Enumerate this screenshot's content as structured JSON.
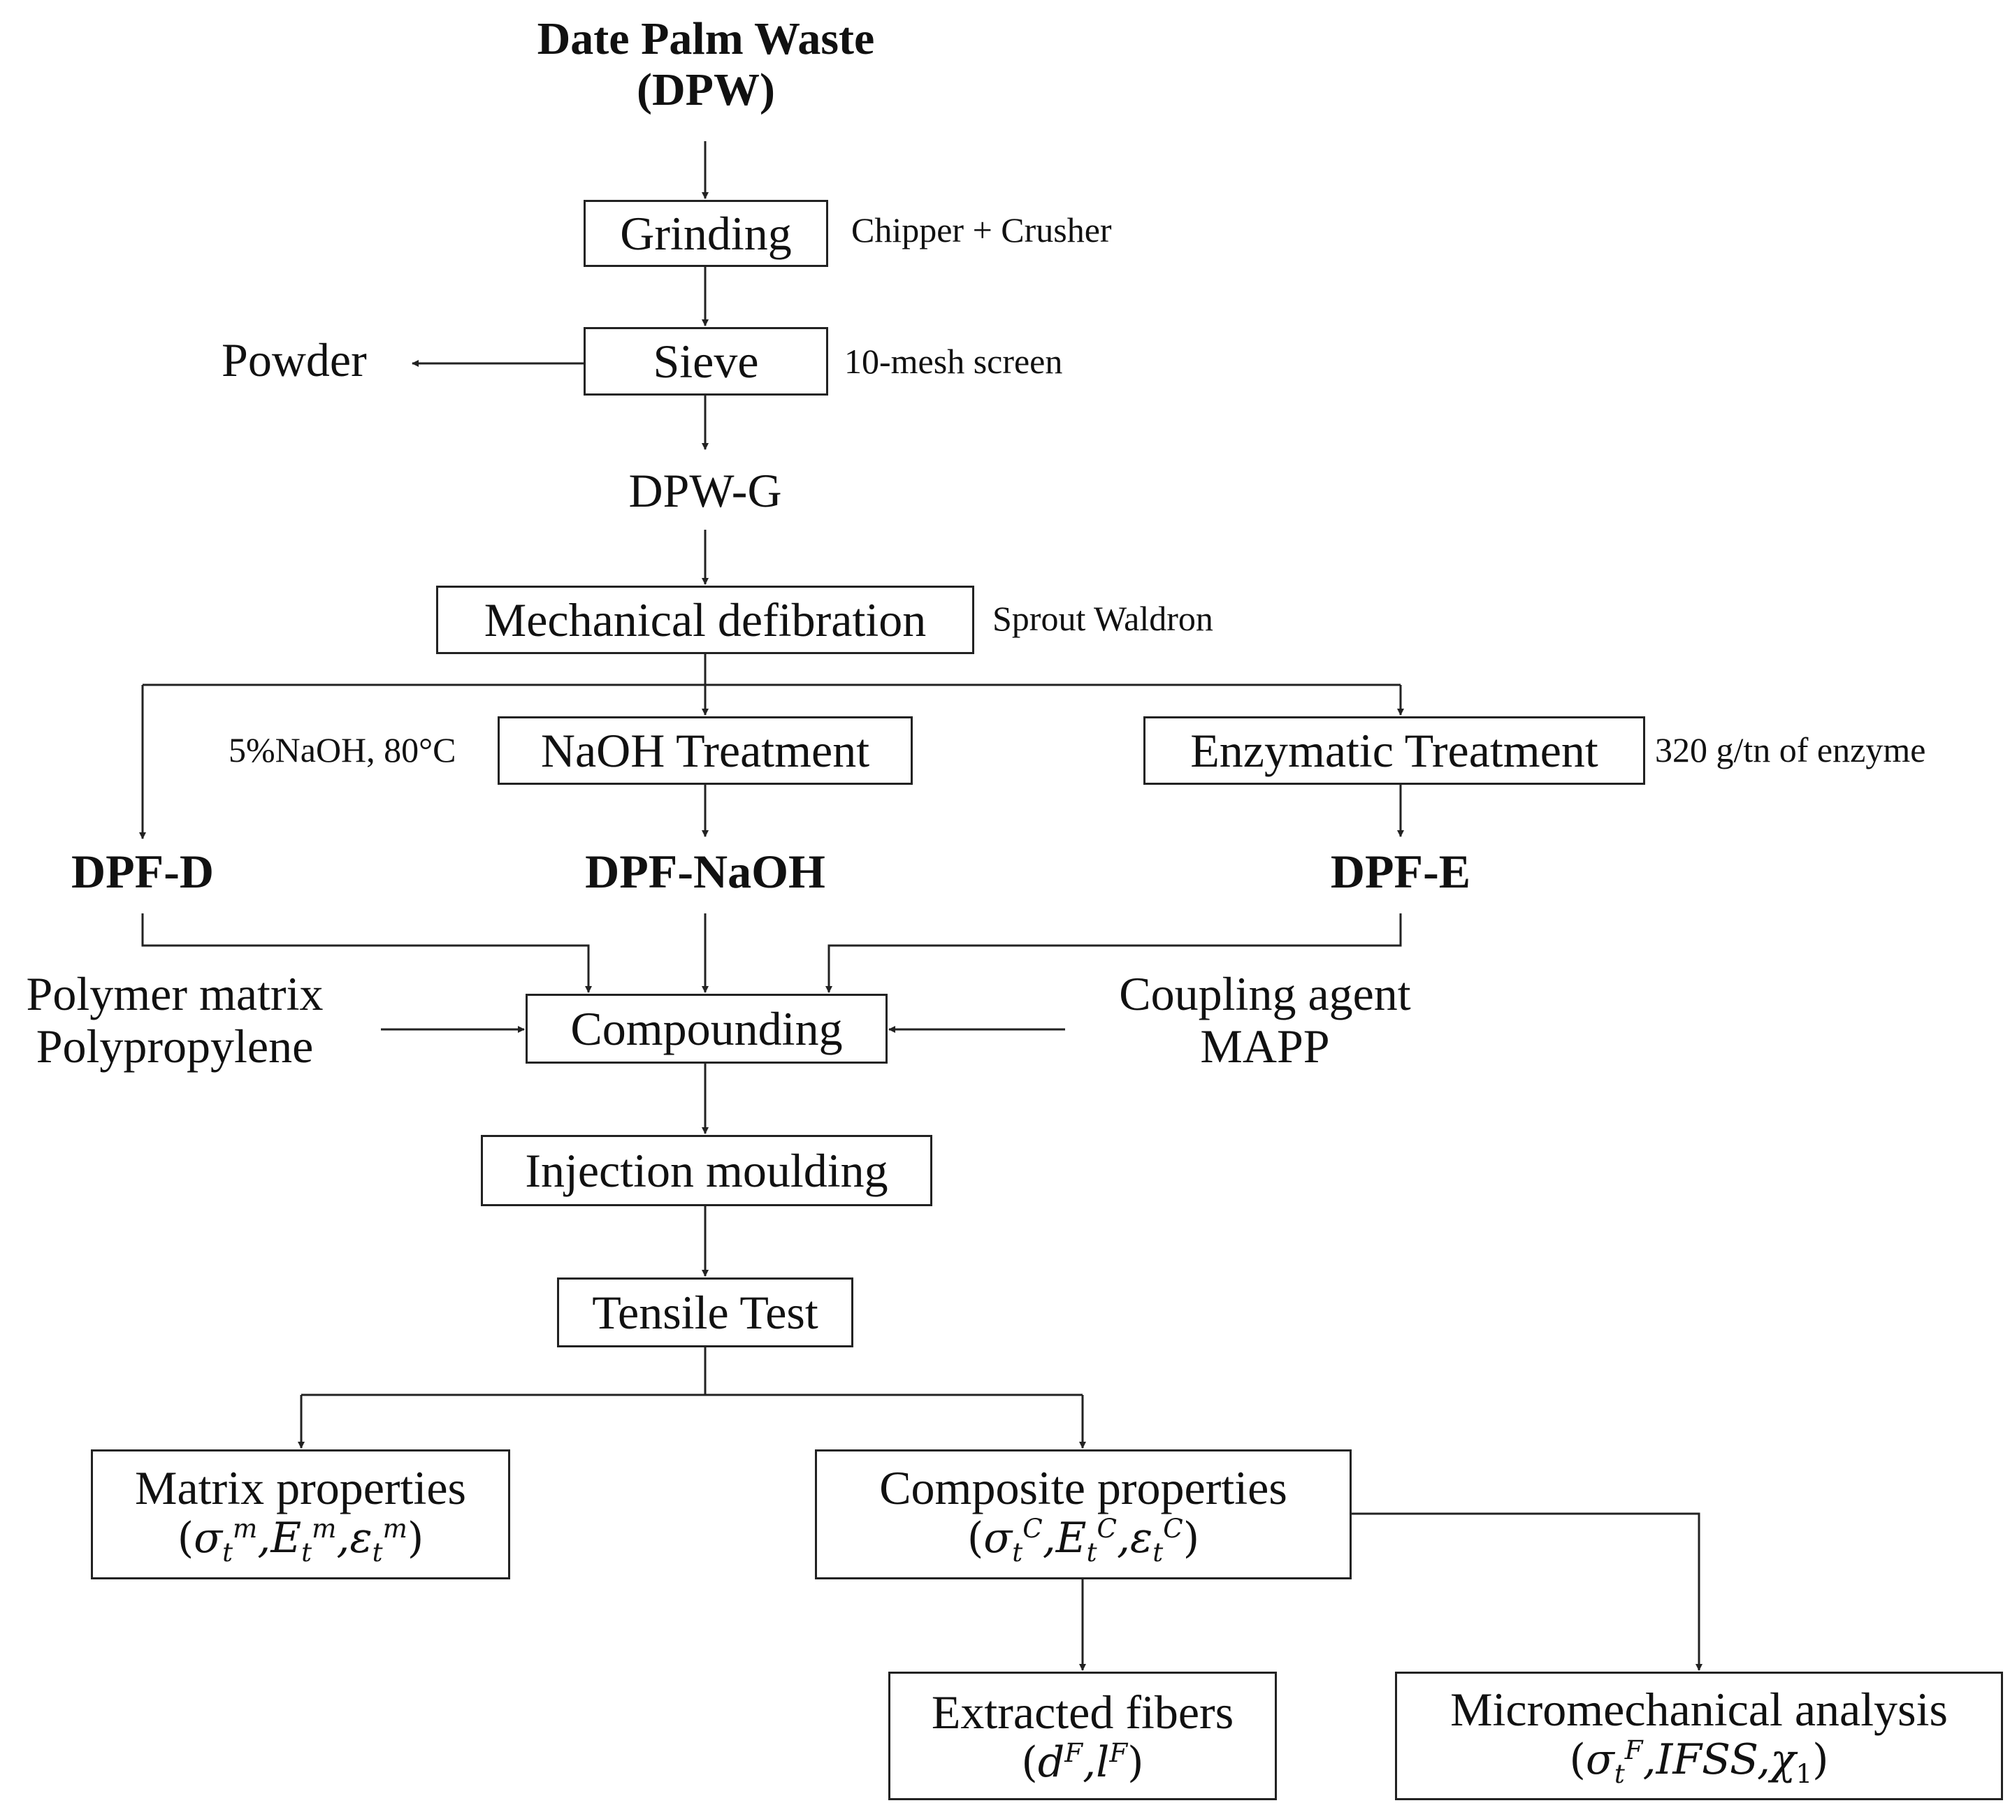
{
  "title_line1": "Date Palm Waste",
  "title_line2": "(DPW)",
  "grinding": "Grinding",
  "grinding_note": "Chipper + Crusher",
  "sieve": "Sieve",
  "sieve_note": "10-mesh screen",
  "powder": "Powder",
  "dpw_g": "DPW-G",
  "mech_defibration": "Mechanical defibration",
  "mech_note": "Sprout Waldron",
  "naoh_note": "5%NaOH, 80°C",
  "naoh_treatment": "NaOH Treatment",
  "enzymatic_treatment": "Enzymatic Treatment",
  "enzymatic_note": "320 g/tn of enzyme",
  "dpf_d": "DPF-D",
  "dpf_naoh": "DPF-NaOH",
  "dpf_e": "DPF-E",
  "polymer_line1": "Polymer matrix",
  "polymer_line2": "Polypropylene",
  "compounding": "Compounding",
  "coupling_line1": "Coupling agent",
  "coupling_line2": "MAPP",
  "injection": "Injection moulding",
  "tensile": "Tensile Test",
  "matrix_props": "Matrix properties",
  "composite_props": "Composite properties",
  "extracted_fibers": "Extracted fibers",
  "micromech": "Micromechanical analysis"
}
